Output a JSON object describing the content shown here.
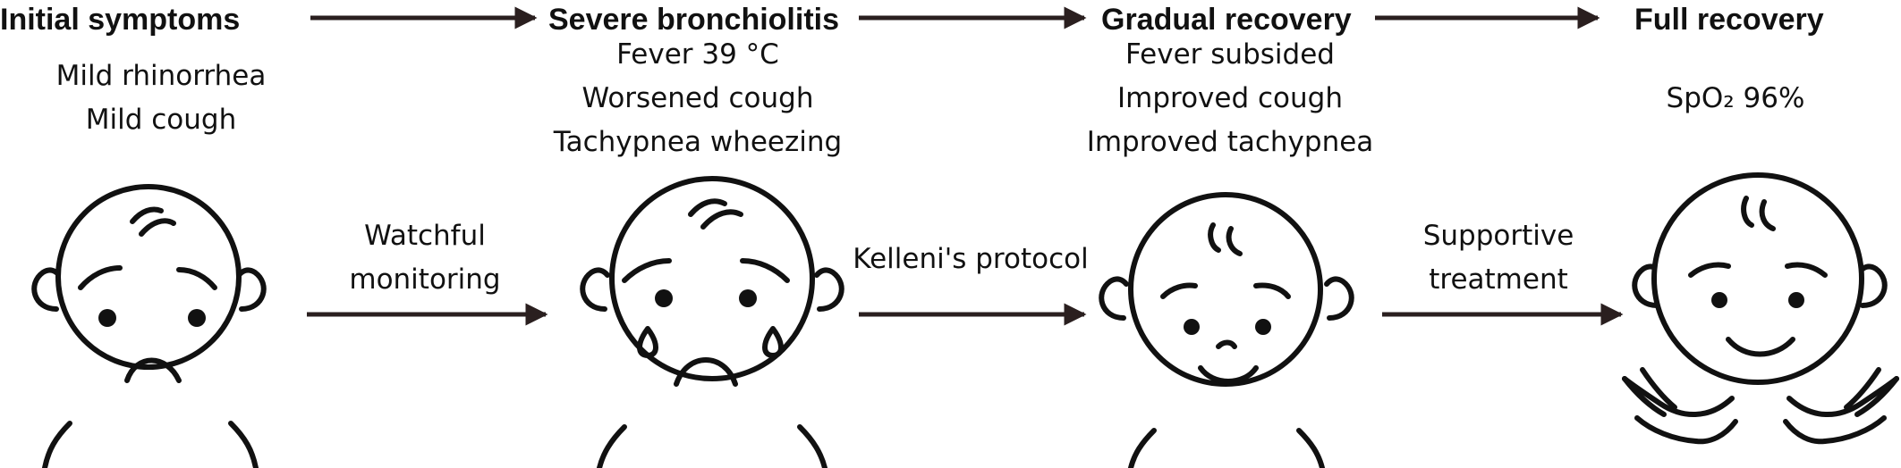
{
  "stages": [
    {
      "title": "Initial symptoms",
      "symptoms": [
        "Mild rhinorrhea",
        "Mild cough"
      ],
      "face": "sad-face-icon"
    },
    {
      "title": "Severe bronchiolitis",
      "symptoms": [
        "Fever 39 °C",
        "Worsened cough",
        "Tachypnea wheezing"
      ],
      "face": "crying-face-icon"
    },
    {
      "title": "Gradual recovery",
      "symptoms": [
        "Fever subsided",
        "Improved cough",
        "Improved tachypnea"
      ],
      "face": "smiling-face-icon"
    },
    {
      "title": "Full recovery",
      "symptoms": [
        "SpO₂ 96%"
      ],
      "face": "happy-arms-up-face-icon"
    }
  ],
  "transitions": [
    {
      "lines": [
        "Watchful",
        "monitoring"
      ]
    },
    {
      "lines": [
        "Kelleni's protocol"
      ]
    },
    {
      "lines": [
        "Supportive",
        "treatment"
      ]
    }
  ],
  "colors": {
    "arrow": "#2a1f1f",
    "text": "#111111",
    "stroke": "#111111"
  }
}
